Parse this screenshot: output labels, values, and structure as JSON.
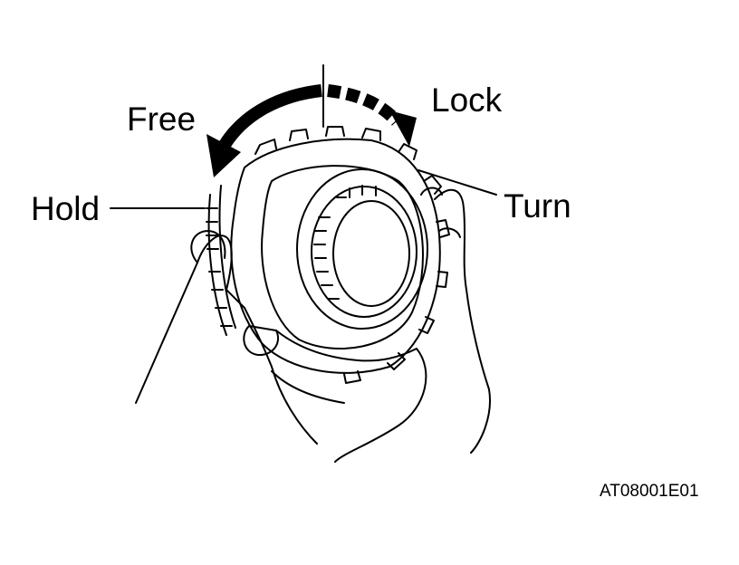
{
  "labels": {
    "free": "Free",
    "lock": "Lock",
    "hold": "Hold",
    "turn": "Turn"
  },
  "figure_code": "AT08001E01",
  "colors": {
    "ink": "#000000",
    "paper": "#ffffff"
  },
  "icons": {
    "free_arrow": "solid-curved-arrow-left",
    "lock_arrow": "dashed-curved-arrow-right"
  }
}
